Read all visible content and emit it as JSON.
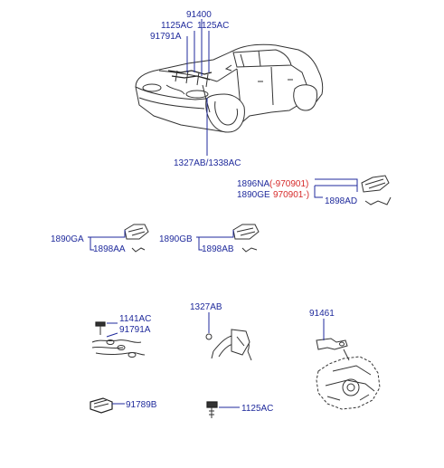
{
  "labels": {
    "p91400": "91400",
    "p1125ac_a": "1125AC",
    "p1125ac_b": "1125AC",
    "p91791a_top": "91791A",
    "p1327ab_1338ac": "1327AB/1338AC",
    "p1896na": "1896NA",
    "r_970901_paren": "(-970901)",
    "p1890ge": "1890GE",
    "r_970901_dash": "970901-)",
    "p1898ad": "1898AD",
    "p1890ga": "1890GA",
    "p1898aa": "1898AA",
    "p1890gb": "1890GB",
    "p1898ab": "1898AB",
    "p1141ac": "1141AC",
    "p91791a_mid": "91791A",
    "p1327ab": "1327AB",
    "p91461": "91461",
    "p91789b": "91789B",
    "p1125ac_bottom": "1125AC"
  },
  "colors": {
    "part_label": "#1f2a9c",
    "date_note": "#d62a2a",
    "line_art": "#333333"
  }
}
